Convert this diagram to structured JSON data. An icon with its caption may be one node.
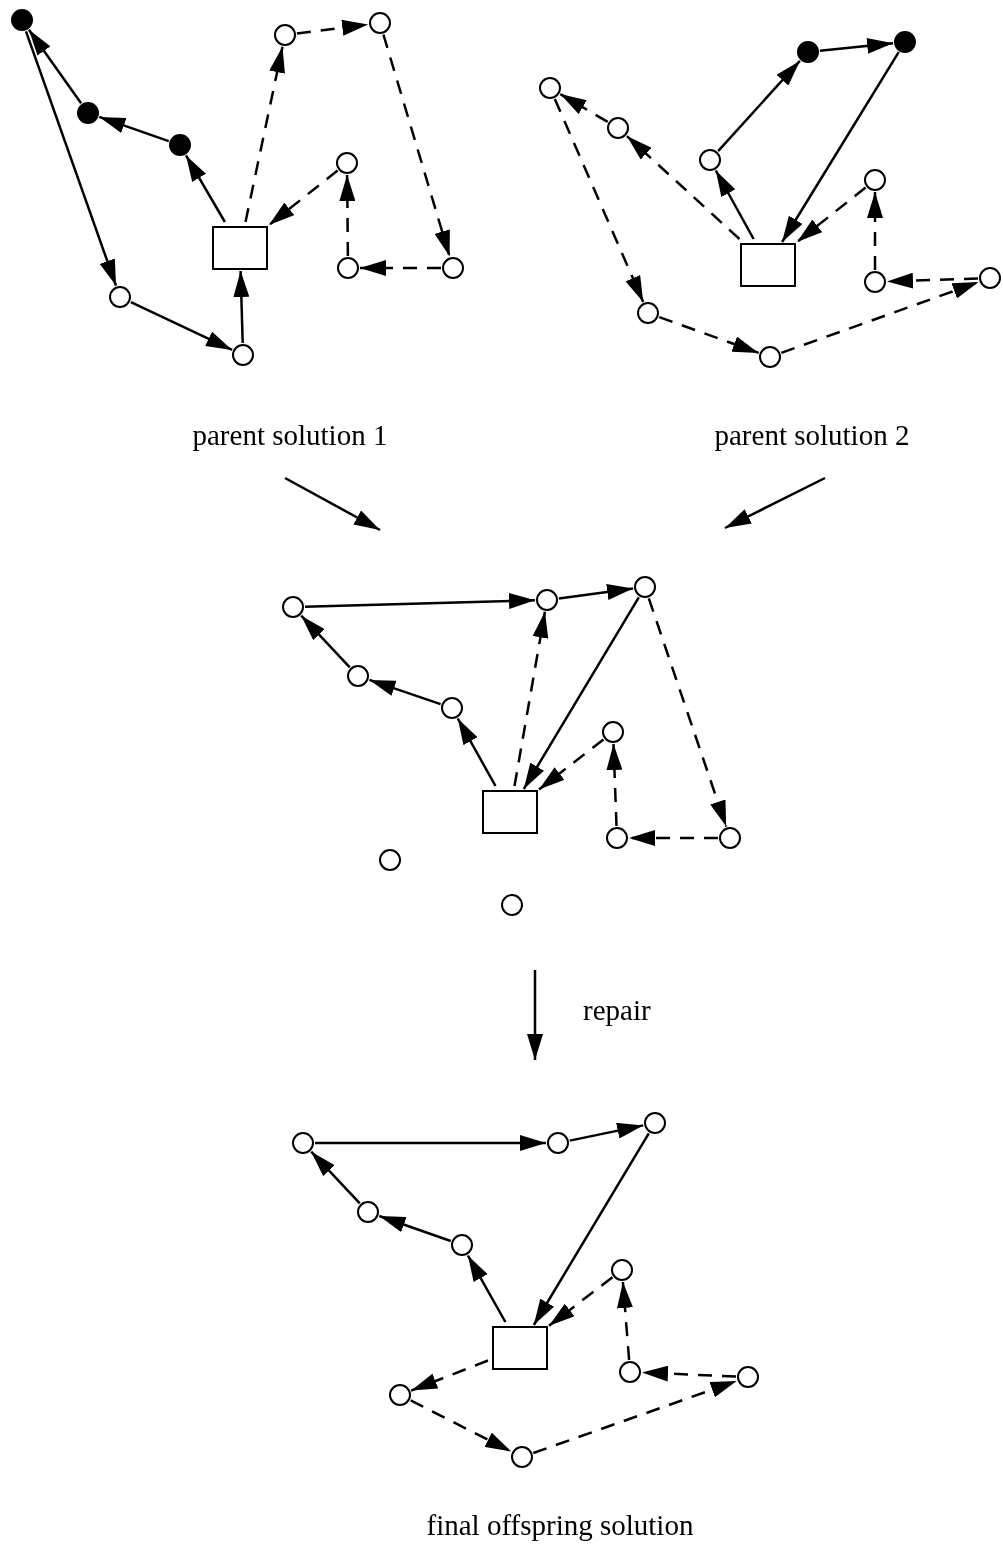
{
  "diagram": {
    "nodes": [
      {
        "text": [],
        "shape": "dot"
      },
      {
        "text": [],
        "shape": "dot"
      },
      {
        "text": [],
        "shape": "dot"
      },
      {
        "text": [],
        "shape": "box"
      },
      {
        "text": [],
        "shape": "circle"
      },
      {
        "text": [],
        "shape": "circle"
      },
      {
        "text": [],
        "shape": "circle"
      },
      {
        "text": [],
        "shape": "circle"
      },
      {
        "text": [],
        "shape": "circle"
      },
      {
        "text": [],
        "shape": "circle"
      },
      {
        "text": [],
        "shape": "circle"
      },
      {
        "text": [],
        "shape": "circle"
      },
      {
        "text": [],
        "shape": "circle"
      },
      {
        "text": [],
        "shape": "circle"
      },
      {
        "text": [],
        "shape": "dot"
      },
      {
        "text": [],
        "shape": "dot"
      },
      {
        "text": [],
        "shape": "box"
      },
      {
        "text": [],
        "shape": "circle"
      },
      {
        "text": [],
        "shape": "circle"
      },
      {
        "text": [],
        "shape": "circle"
      },
      {
        "text": [],
        "shape": "circle"
      },
      {
        "text": [],
        "shape": "circle"
      },
      {
        "text": [
          "parent solution 1"
        ]
      },
      {
        "text": [
          "parent solution 2"
        ]
      },
      {
        "text": [],
        "shape": "circle"
      },
      {
        "text": [],
        "shape": "circle"
      },
      {
        "text": [],
        "shape": "circle"
      },
      {
        "text": [],
        "shape": "circle"
      },
      {
        "text": [],
        "shape": "circle"
      },
      {
        "text": [],
        "shape": "box"
      },
      {
        "text": [],
        "shape": "circle"
      },
      {
        "text": [],
        "shape": "circle"
      },
      {
        "text": [],
        "shape": "circle"
      },
      {
        "text": [],
        "shape": "circle"
      },
      {
        "text": [],
        "shape": "circle"
      },
      {
        "text": [],
        "shape": "circle"
      },
      {
        "text": [],
        "shape": "circle"
      },
      {
        "text": [],
        "shape": "circle"
      },
      {
        "text": [],
        "shape": "circle"
      },
      {
        "text": [],
        "shape": "circle"
      },
      {
        "text": [],
        "shape": "box"
      },
      {
        "text": [],
        "shape": "circle"
      },
      {
        "text": [],
        "shape": "circle"
      },
      {
        "text": [],
        "shape": "circle"
      },
      {
        "text": [],
        "shape": "circle"
      },
      {
        "text": [],
        "shape": "circle"
      }
    ],
    "edges": [
      {
        "from": 3,
        "to": 2,
        "arrow": "to"
      },
      {
        "from": 2,
        "to": 1,
        "arrow": "to"
      },
      {
        "from": 1,
        "to": 0,
        "arrow": "to"
      },
      {
        "from": 0,
        "to": 4,
        "arrow": "to"
      },
      {
        "from": 4,
        "to": 5,
        "arrow": "to"
      },
      {
        "from": 5,
        "to": 3,
        "arrow": "to"
      },
      {
        "from": 3,
        "to": 6,
        "arrow": "to",
        "style": "dashed"
      },
      {
        "from": 6,
        "to": 7,
        "arrow": "to",
        "style": "dashed"
      },
      {
        "from": 7,
        "to": 10,
        "arrow": "to",
        "style": "dashed"
      },
      {
        "from": 10,
        "to": 9,
        "arrow": "to",
        "style": "dashed"
      },
      {
        "from": 9,
        "to": 8,
        "arrow": "to",
        "style": "dashed"
      },
      {
        "from": 8,
        "to": 3,
        "arrow": "to",
        "style": "dashed"
      },
      {
        "from": 16,
        "to": 13,
        "arrow": "to"
      },
      {
        "from": 13,
        "to": 14,
        "arrow": "to"
      },
      {
        "from": 14,
        "to": 15,
        "arrow": "to"
      },
      {
        "from": 15,
        "to": 16,
        "arrow": "to"
      },
      {
        "from": 16,
        "to": 12,
        "arrow": "to",
        "style": "dashed"
      },
      {
        "from": 12,
        "to": 11,
        "arrow": "to",
        "style": "dashed"
      },
      {
        "from": 11,
        "to": 20,
        "arrow": "to",
        "style": "dashed"
      },
      {
        "from": 20,
        "to": 21,
        "arrow": "to",
        "style": "dashed"
      },
      {
        "from": 21,
        "to": 19,
        "arrow": "to",
        "style": "dashed"
      },
      {
        "from": 19,
        "to": 18,
        "arrow": "to",
        "style": "dashed"
      },
      {
        "from": 18,
        "to": 17,
        "arrow": "to",
        "style": "dashed"
      },
      {
        "from": 17,
        "to": 16,
        "arrow": "to",
        "style": "dashed"
      },
      {
        "from": 22,
        "to": null,
        "arrow": "to"
      },
      {
        "from": 23,
        "to": null,
        "arrow": "to"
      },
      {
        "from": 24,
        "to": 25,
        "arrow": "to"
      },
      {
        "from": 25,
        "to": 26,
        "arrow": "to"
      },
      {
        "from": 26,
        "to": 29,
        "arrow": "to"
      },
      {
        "from": 29,
        "to": 28,
        "arrow": "to"
      },
      {
        "from": 28,
        "to": 27,
        "arrow": "to"
      },
      {
        "from": 27,
        "to": 24,
        "arrow": "to"
      },
      {
        "from": 29,
        "to": 25,
        "arrow": "to",
        "style": "dashed"
      },
      {
        "from": 26,
        "to": 32,
        "arrow": "to",
        "style": "dashed"
      },
      {
        "from": 32,
        "to": 31,
        "arrow": "to",
        "style": "dashed"
      },
      {
        "from": 31,
        "to": 30,
        "arrow": "to",
        "style": "dashed"
      },
      {
        "from": 30,
        "to": 29,
        "arrow": "to",
        "style": "dashed"
      },
      {
        "from": 35,
        "to": 36,
        "arrow": "to"
      },
      {
        "from": 36,
        "to": 37,
        "arrow": "to"
      },
      {
        "from": 37,
        "to": 40,
        "arrow": "to"
      },
      {
        "from": 40,
        "to": 39,
        "arrow": "to"
      },
      {
        "from": 39,
        "to": 38,
        "arrow": "to"
      },
      {
        "from": 38,
        "to": 35,
        "arrow": "to"
      },
      {
        "from": 40,
        "to": 44,
        "arrow": "to",
        "style": "dashed"
      },
      {
        "from": 44,
        "to": 45,
        "arrow": "to",
        "style": "dashed"
      },
      {
        "from": 45,
        "to": 43,
        "arrow": "to",
        "style": "dashed"
      },
      {
        "from": 43,
        "to": 42,
        "arrow": "to",
        "style": "dashed"
      },
      {
        "from": 42,
        "to": 41,
        "arrow": "to",
        "style": "dashed"
      },
      {
        "from": 41,
        "to": 40,
        "arrow": "to",
        "style": "dashed"
      }
    ],
    "labels": [
      "repair",
      "final offspring solution"
    ]
  }
}
